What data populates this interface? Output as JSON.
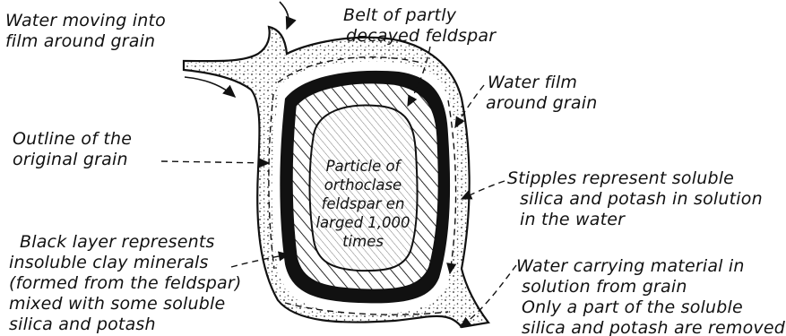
{
  "diagram": {
    "labels": {
      "water_moving": [
        "Water moving into",
        "film around grain"
      ],
      "belt": [
        "Belt of partly",
        "decayed feldspar"
      ],
      "water_film": [
        "Water film",
        "around grain"
      ],
      "outline": [
        "Outline of the",
        "original grain"
      ],
      "stipples": [
        "Stipples represent soluble",
        "silica and potash in solution",
        "in the water"
      ],
      "black_layer": [
        "Black layer represents",
        "insoluble clay minerals",
        "(formed from the feldspar)",
        "mixed with some soluble",
        "silica and potash"
      ],
      "water_carrying": [
        "Water carrying material in",
        "solution from grain",
        "Only a part of the soluble",
        "silica and potash are removed"
      ]
    },
    "particle_text": [
      "Particle of",
      "orthoclase",
      "feldspar en",
      "larged 1,000",
      "times"
    ]
  }
}
